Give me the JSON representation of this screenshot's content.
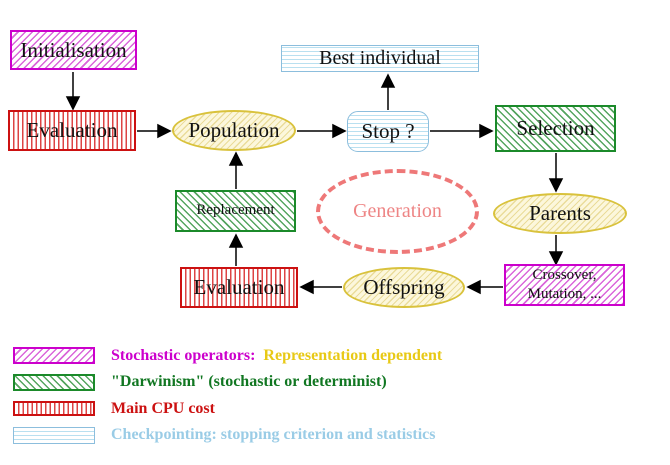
{
  "nodes": {
    "initialisation": {
      "label": "Initialisation"
    },
    "evaluation_top": {
      "label": "Evaluation"
    },
    "population": {
      "label": "Population"
    },
    "best_individual": {
      "label": "Best individual"
    },
    "stop": {
      "label": "Stop ?"
    },
    "selection": {
      "label": "Selection"
    },
    "replacement": {
      "label": "Replacement"
    },
    "generation": {
      "label": "Generation"
    },
    "parents": {
      "label": "Parents"
    },
    "evaluation_bottom": {
      "label": "Evaluation"
    },
    "offspring": {
      "label": "Offspring"
    },
    "crossover": {
      "line1": "Crossover,",
      "line2": "Mutation, ..."
    }
  },
  "edges": [
    {
      "from": "initialisation",
      "to": "evaluation_top"
    },
    {
      "from": "evaluation_top",
      "to": "population"
    },
    {
      "from": "population",
      "to": "stop"
    },
    {
      "from": "stop",
      "to": "best_individual"
    },
    {
      "from": "stop",
      "to": "selection"
    },
    {
      "from": "selection",
      "to": "parents"
    },
    {
      "from": "parents",
      "to": "crossover"
    },
    {
      "from": "crossover",
      "to": "offspring"
    },
    {
      "from": "offspring",
      "to": "evaluation_bottom"
    },
    {
      "from": "evaluation_bottom",
      "to": "replacement"
    },
    {
      "from": "replacement",
      "to": "population"
    }
  ],
  "legend": {
    "rows": [
      {
        "pattern": "magenta-hatch",
        "text": "Stochastic operators:",
        "text2": "Representation dependent"
      },
      {
        "pattern": "green-hatch",
        "text": "\"Darwinism\" (stochastic or determinist)"
      },
      {
        "pattern": "red-vstripes",
        "text": "Main CPU cost"
      },
      {
        "pattern": "cyan-hstripes",
        "text": "Checkpointing: stopping criterion and statistics"
      }
    ]
  },
  "colors": {
    "magenta": "#cc00cc",
    "red": "#cc1111",
    "green": "#1b8a2a",
    "yellow_border": "#d9c23c",
    "gold_text": "#e8c916",
    "cyan_border": "#8cbedd",
    "cyan_text": "#9acce6",
    "salmon": "#ee7878",
    "arrow": "#000000"
  }
}
